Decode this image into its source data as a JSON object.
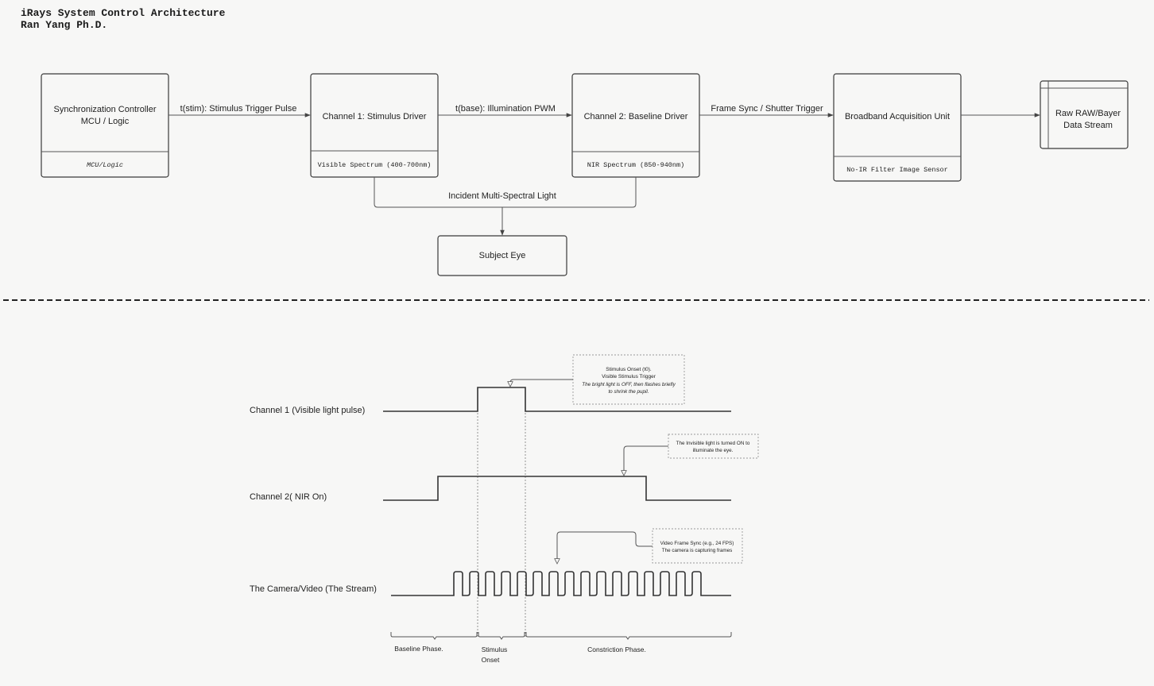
{
  "header": {
    "title": "iRays System Control Architecture",
    "author": "Ran Yang Ph.D."
  },
  "architecture": {
    "sync_controller": {
      "line1": "Synchronization Controller",
      "line2": "MCU / Logic",
      "sub": "MCU/Logic"
    },
    "channel1": {
      "label": "Channel 1: Stimulus Driver",
      "sub": "Visible Spectrum (400-700nm)"
    },
    "channel2": {
      "label": "Channel 2: Baseline Driver",
      "sub": "NIR Spectrum (850-940nm)"
    },
    "acquisition": {
      "label": "Broadband Acquisition Unit",
      "sub": "No-IR Filter Image Sensor"
    },
    "raw_stream": {
      "line1": "Raw RAW/Bayer",
      "line2": "Data Stream"
    },
    "subject_eye": {
      "label": "Subject Eye"
    },
    "edges": {
      "stim_trigger": "t(stim): Stimulus Trigger Pulse",
      "illumination_pwm": "t(base): Illumination PWM",
      "frame_sync": "Frame Sync / Shutter Trigger",
      "incident_light": "Incident Multi-Spectral Light"
    }
  },
  "timing": {
    "signals": {
      "channel1": "Channel 1 (Visible light pulse)",
      "channel2": "Channel 2( NIR On)",
      "camera": "The Camera/Video (The Stream)"
    },
    "notes": {
      "stimulus": {
        "line1": "Stimulus Onset (t0).",
        "line2": "Visible Stimulus Trigger",
        "line3": "The bright light is OFF, then flashes briefly",
        "line4": "to shrink the pupil."
      },
      "nir": {
        "line1": "The Invisible light is turned ON to",
        "line2": "illuminate the eye."
      },
      "video": {
        "line1": "Video Frame Sync (e.g., 24 FPS)",
        "line2": "The camera is  capturing frames"
      }
    },
    "phases": {
      "baseline": "Baseline Phase.",
      "stimulus_line1": "Stimulus",
      "stimulus_line2": "Onset",
      "constriction": "Constriction Phase."
    }
  }
}
